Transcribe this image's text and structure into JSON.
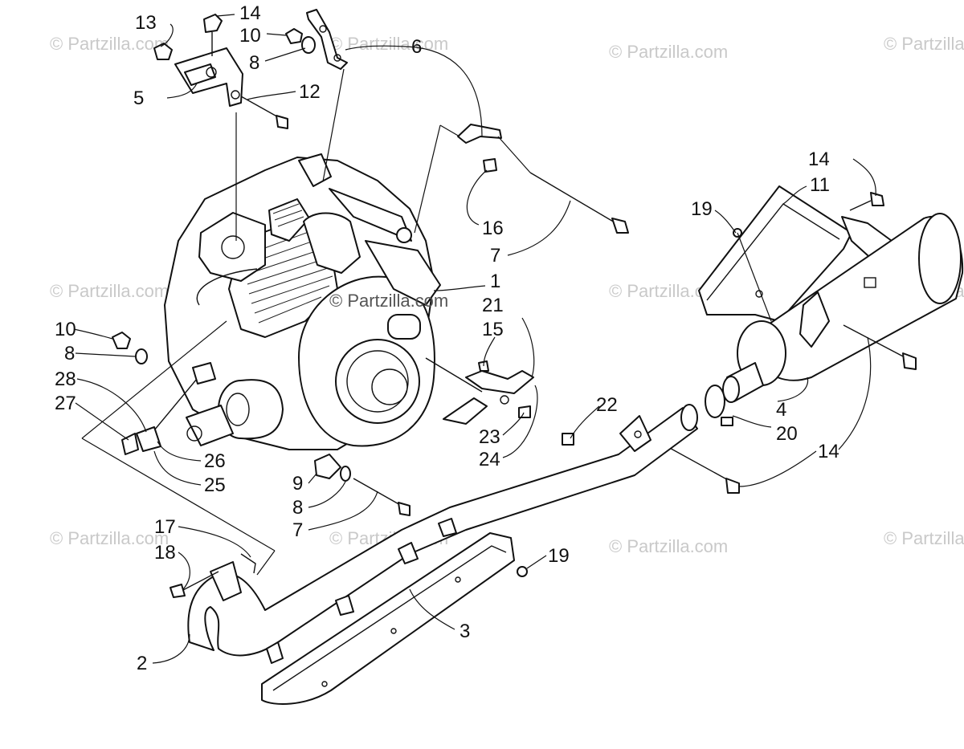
{
  "watermark": "© Partzilla.com",
  "callouts": {
    "c1": "1",
    "c2": "2",
    "c3": "3",
    "c4": "4",
    "c5": "5",
    "c6": "6",
    "c7a": "7",
    "c7b": "7",
    "c8a": "8",
    "c8b": "8",
    "c8c": "8",
    "c9": "9",
    "c10a": "10",
    "c10b": "10",
    "c11": "11",
    "c12": "12",
    "c13": "13",
    "c14a": "14",
    "c14b": "14",
    "c14c": "14",
    "c15": "15",
    "c16": "16",
    "c17": "17",
    "c18": "18",
    "c19a": "19",
    "c19b": "19",
    "c20": "20",
    "c21": "21",
    "c22": "22",
    "c23": "23",
    "c24": "24",
    "c25": "25",
    "c26": "26",
    "c27": "27",
    "c28": "28"
  }
}
